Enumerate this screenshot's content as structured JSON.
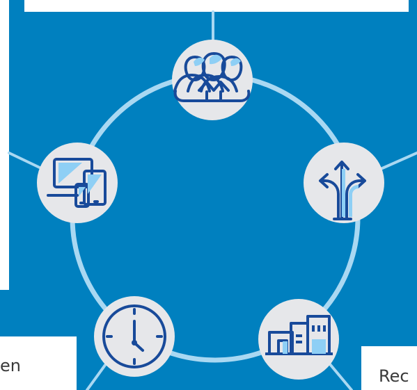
{
  "colors": {
    "background_blue": "#0080bf",
    "panel_white": "#ffffff",
    "ring_light_blue": "#a9d8f2",
    "node_fill": "#e6e7ea",
    "icon_dark_blue": "#184a9a",
    "icon_light_blue": "#8ecff5",
    "text_gray": "#3a3a3a"
  },
  "diagram": {
    "nodes": [
      {
        "id": "team",
        "icon": "team-icon"
      },
      {
        "id": "directions",
        "icon": "directions-icon"
      },
      {
        "id": "buildings",
        "icon": "building-icon"
      },
      {
        "id": "time",
        "icon": "clock-icon"
      },
      {
        "id": "devices",
        "icon": "devices-icon"
      }
    ]
  },
  "labels": {
    "bottom_left_fragment": "en",
    "bottom_right_fragment": "Rec"
  }
}
